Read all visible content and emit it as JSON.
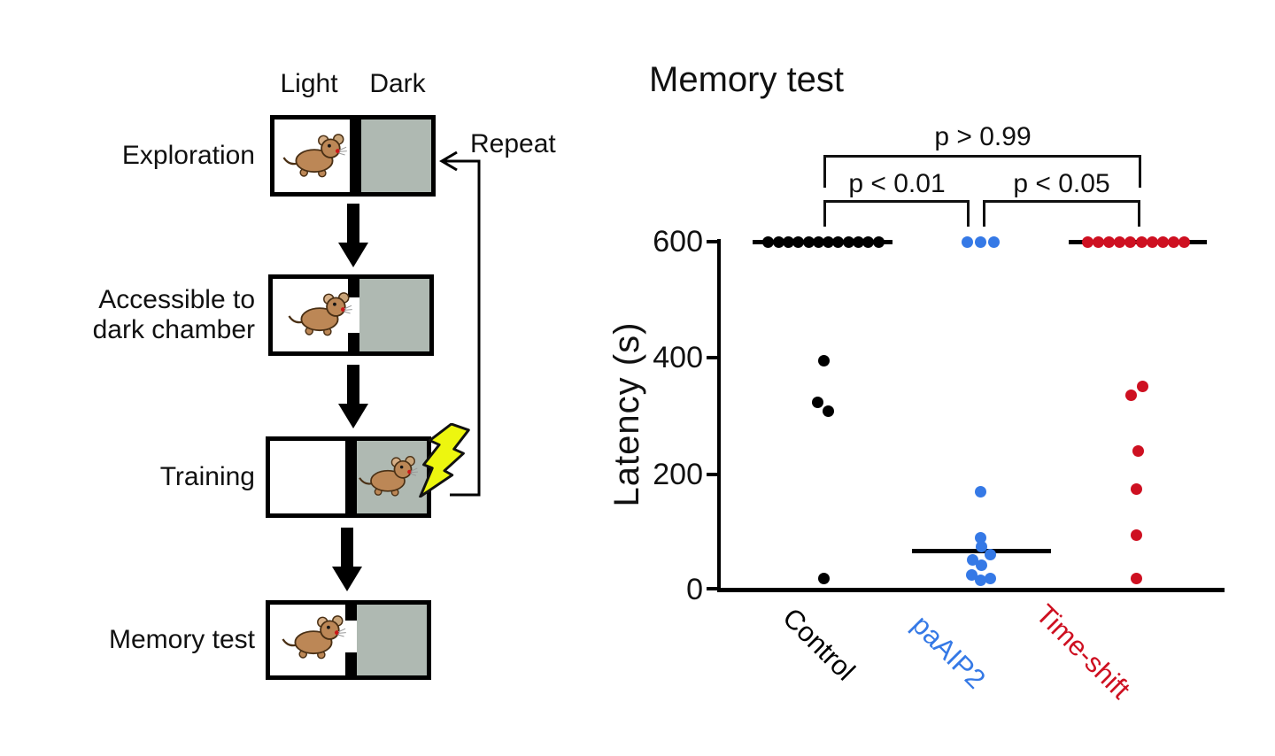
{
  "diagram": {
    "light_label": "Light",
    "dark_label": "Dark",
    "repeat_label": "Repeat",
    "stage1_label": "Exploration",
    "stage2_label_line1": "Accessible to",
    "stage2_label_line2": "dark chamber",
    "stage3_label": "Training",
    "stage4_label": "Memory test",
    "stages": [
      {
        "name": "Exploration",
        "door": "closed",
        "mouse_in": "light"
      },
      {
        "name": "Accessible to dark chamber",
        "door": "open",
        "mouse_in": "light"
      },
      {
        "name": "Training",
        "door": "closed",
        "mouse_in": "dark",
        "foot_shock": true
      },
      {
        "name": "Memory test",
        "door": "open",
        "mouse_in": "light"
      }
    ],
    "colors": {
      "dark_chamber": "#AFB9B2",
      "shock_bolt": "#EDF60F",
      "mouse_body": "#BC8756"
    }
  },
  "chart": {
    "title": "Memory test",
    "ylabel": "Latency (s)"
  },
  "chart_data": {
    "type": "scatter",
    "title": "Memory test",
    "ylabel": "Latency (s)",
    "ylim": [
      0,
      600
    ],
    "yticks": [
      "600",
      "400",
      "200",
      "0"
    ],
    "grid": false,
    "groups": [
      {
        "name": "Control",
        "color": "#000000",
        "median": 600,
        "values": [
          600,
          600,
          600,
          600,
          600,
          600,
          600,
          600,
          600,
          600,
          600,
          600,
          395,
          323,
          308,
          21
        ]
      },
      {
        "name": "paAIP2",
        "color": "#3579E6",
        "median": 68,
        "values": [
          600,
          600,
          600,
          170,
          91,
          75,
          61,
          52,
          44,
          26,
          21,
          17
        ]
      },
      {
        "name": "Time-shift",
        "color": "#CE1021",
        "median": 600,
        "values": [
          600,
          600,
          600,
          600,
          600,
          600,
          600,
          600,
          600,
          600,
          351,
          336,
          240,
          175,
          95,
          21
        ]
      }
    ],
    "comparisons": [
      {
        "label": "p > 0.99",
        "between": [
          "Control",
          "Time-shift"
        ]
      },
      {
        "label": "p < 0.01",
        "between": [
          "Control",
          "paAIP2"
        ]
      },
      {
        "label": "p < 0.05",
        "between": [
          "paAIP2",
          "Time-shift"
        ]
      }
    ]
  }
}
